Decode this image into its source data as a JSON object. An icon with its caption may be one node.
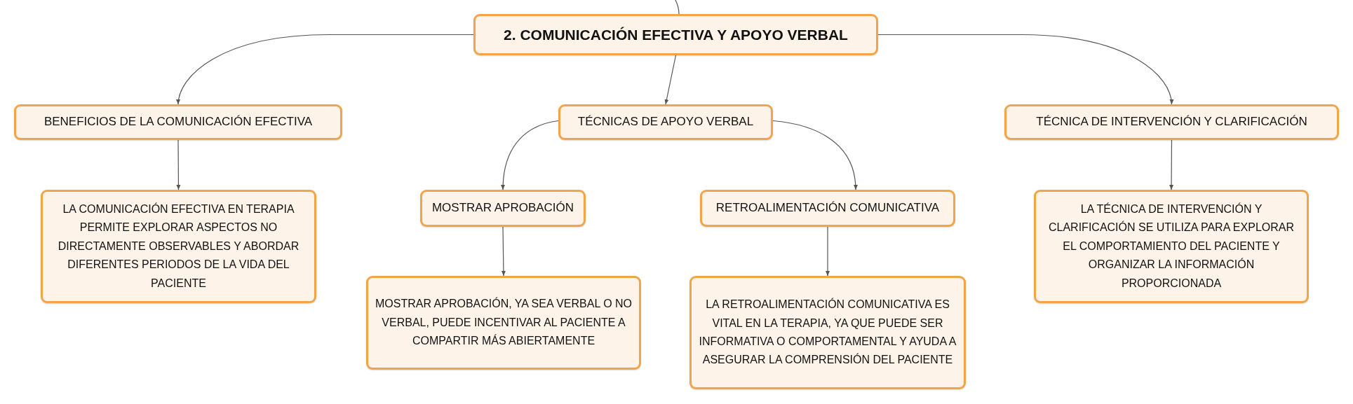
{
  "diagram": {
    "nodes": [
      {
        "text": [
          "2. COMUNICACIÓN EFECTIVA Y APOYO VERBAL"
        ]
      },
      {
        "text": [
          "BENEFICIOS DE LA COMUNICACIÓN EFECTIVA"
        ]
      },
      {
        "text": [
          "TÉCNICAS DE APOYO VERBAL"
        ]
      },
      {
        "text": [
          "TÉCNICA DE INTERVENCIÓN Y CLARIFICACIÓN"
        ]
      },
      {
        "text": [
          "LA COMUNICACIÓN EFECTIVA EN TERAPIA PERMITE EXPLORAR ASPECTOS NO DIRECTAMENTE OBSERVABLES Y ABORDAR DIFERENTES PERIODOS DE LA VIDA DEL PACIENTE"
        ]
      },
      {
        "text": [
          "MOSTRAR APROBACIÓN"
        ]
      },
      {
        "text": [
          "RETROALIMENTACIÓN COMUNICATIVA"
        ]
      },
      {
        "text": [
          "LA TÉCNICA DE INTERVENCIÓN Y CLARIFICACIÓN SE UTILIZA PARA EXPLORAR EL COMPORTAMIENTO DEL PACIENTE Y ORGANIZAR LA INFORMACIÓN PROPORCIONADA"
        ]
      },
      {
        "text": [
          "MOSTRAR APROBACIÓN, YA SEA VERBAL O NO VERBAL, PUEDE INCENTIVAR AL PACIENTE A COMPARTIR MÁS ABIERTAMENTE"
        ]
      },
      {
        "text": [
          "LA RETROALIMENTACIÓN COMUNICATIVA ES VITAL EN LA TERAPIA, YA QUE PUEDE SER INFORMATIVA O COMPORTAMENTAL Y AYUDA A ASEGURAR LA COMPRENSIÓN DEL PACIENTE"
        ]
      }
    ],
    "edges": [
      {
        "from": null,
        "to": 0,
        "arrow": "none"
      },
      {
        "from": 0,
        "to": 1,
        "arrow": "to"
      },
      {
        "from": 0,
        "to": 2,
        "arrow": "to"
      },
      {
        "from": 0,
        "to": 3,
        "arrow": "to"
      },
      {
        "from": 1,
        "to": 4,
        "arrow": "to"
      },
      {
        "from": 2,
        "to": 5,
        "arrow": "to"
      },
      {
        "from": 2,
        "to": 6,
        "arrow": "to"
      },
      {
        "from": 3,
        "to": 7,
        "arrow": "to"
      },
      {
        "from": 5,
        "to": 8,
        "arrow": "to"
      },
      {
        "from": 6,
        "to": 9,
        "arrow": "to"
      }
    ]
  }
}
